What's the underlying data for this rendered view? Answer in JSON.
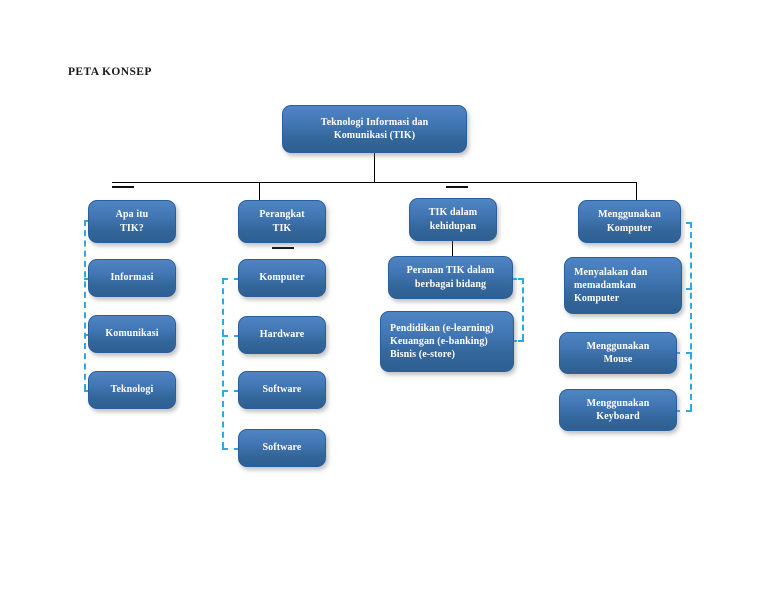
{
  "page": {
    "title": "PETA KONSEP",
    "background_color": "#ffffff",
    "node_fill_top": "#4e85c2",
    "node_fill_bottom": "#2e5f93",
    "node_border_color": "#2b5f9c",
    "node_text_color": "#ffffff",
    "connector_color": "#000000",
    "dashed_connector_color": "#2fa8e0"
  },
  "diagram": {
    "type": "concept-map",
    "root": {
      "label": "Teknologi Informasi dan Komunikasi (TIK)",
      "line1": "Teknologi Informasi dan",
      "line2": "Komunikasi (TIK)"
    },
    "branches": [
      {
        "label": "Apa itu TIK?",
        "line1": "Apa itu",
        "line2": "TIK?",
        "children": [
          {
            "label": "Informasi"
          },
          {
            "label": "Komunikasi"
          },
          {
            "label": "Teknologi"
          }
        ]
      },
      {
        "label": "Perangkat TIK",
        "line1": "Perangkat",
        "line2": "TIK",
        "children": [
          {
            "label": "Komputer"
          },
          {
            "label": "Hardware"
          },
          {
            "label": "Software"
          },
          {
            "label": "Software"
          }
        ]
      },
      {
        "label": "TIK dalam kehidupan",
        "line1": "TIK dalam",
        "line2": "kehidupan",
        "children": [
          {
            "label": "Peranan TIK dalam berbagai bidang",
            "line1": "Peranan TIK dalam",
            "line2": "berbagai bidang"
          },
          {
            "label": "Pendidikan (e-learning) Keuangan (e-banking) Bisnis (e-store)",
            "line1": "Pendidikan (e-learning)",
            "line2": "Keuangan (e-banking)",
            "line3": "Bisnis (e-store)"
          }
        ]
      },
      {
        "label": "Menggunakan Komputer",
        "line1": "Menggunakan",
        "line2": "Komputer",
        "children": [
          {
            "label": "Menyalakan dan memadamkan Komputer",
            "line1": "Menyalakan dan",
            "line2": "memadamkan",
            "line3": "Komputer"
          },
          {
            "label": "Menggunakan Mouse",
            "line1": "Menggunakan",
            "line2": "Mouse"
          },
          {
            "label": "Menggunakan Keyboard",
            "line1": "Menggunakan",
            "line2": "Keyboard"
          }
        ]
      }
    ]
  }
}
